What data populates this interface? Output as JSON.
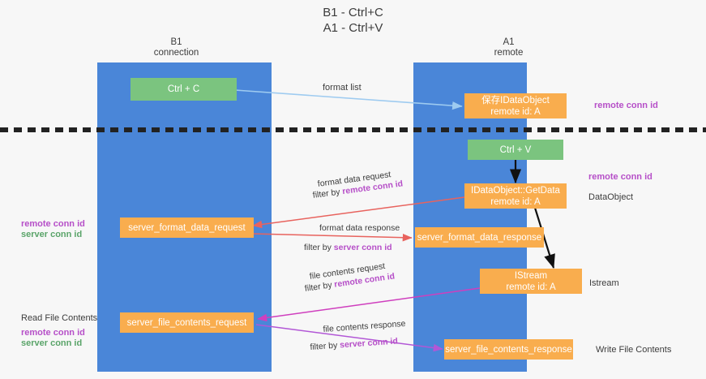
{
  "title": "B1 - Ctrl+C\nA1 - Ctrl+V",
  "columns": {
    "b1": {
      "name": "B1",
      "role": "connection",
      "label": "B1\nconnection"
    },
    "a1": {
      "name": "A1",
      "role": "remote",
      "label": "A1\nremote"
    }
  },
  "colors": {
    "lane": "#4a86d8",
    "green_box": "#7bc47f",
    "orange_box": "#f9ad4e",
    "purple_text": "#b64fc8",
    "green_text": "#5aa469",
    "arrow_blue": "#9ecbf0",
    "arrow_black": "#111111",
    "arrow_red": "#e8635e",
    "arrow_magenta": "#cf3fbe",
    "arrow_violet": "#b257d6",
    "background": "#f7f7f7",
    "divider": "#222222"
  },
  "boxes": {
    "ctrl_c": "Ctrl + C",
    "ctrl_v": "Ctrl + V",
    "save_dataobject": "保存IDataObject\nremote id: A",
    "getdata": "IDataObject::GetData\nremote id: A",
    "istream": "IStream\nremote id: A",
    "server_format_data_request": "server_format_data_request",
    "server_format_data_response": "server_format_data_response",
    "server_file_contents_request": "server_file_contents_request",
    "server_file_contents_response": "server_file_contents_response"
  },
  "edge_labels": {
    "format_list": "format list",
    "format_data_request": "format data request",
    "format_data_request_filter_prefix": "filter by ",
    "format_data_request_filter_value": "remote conn id",
    "format_data_response": "format data response",
    "format_data_response_filter_prefix": "filter by ",
    "format_data_response_filter_value": "server conn id",
    "file_contents_request": "file contents request",
    "file_contents_request_filter_prefix": "filter by ",
    "file_contents_request_filter_value": "remote conn id",
    "file_contents_response": "file contents response",
    "file_contents_response_filter_prefix": "filter by ",
    "file_contents_response_filter_value": "server conn id"
  },
  "side_labels": {
    "right_row1_conn": "remote conn id",
    "right_row2_conn": "remote conn id",
    "right_row2_kind": "DataObject",
    "right_istream": "Istream",
    "right_write_file": "Write File Contents",
    "left_row3_remote": "remote conn id",
    "left_row3_server": "server conn id",
    "left_read_file": "Read File Contents",
    "left_row5_remote": "remote conn id",
    "left_row5_server": "server conn id"
  },
  "diagram_data": {
    "type": "sequence-diagram",
    "lanes": [
      "B1 connection",
      "A1 remote"
    ],
    "flows": [
      {
        "from": "Ctrl + C",
        "to": "保存IDataObject remote id: A",
        "label": "format list",
        "color": "#9ecbf0"
      },
      {
        "from": "Ctrl + V",
        "to": "IDataObject::GetData remote id: A",
        "label": "",
        "color": "#111111"
      },
      {
        "from": "IDataObject::GetData remote id: A",
        "to": "server_format_data_request",
        "label": "format data request / filter by remote conn id",
        "color": "#e8635e"
      },
      {
        "from": "server_format_data_request",
        "to": "server_format_data_response",
        "label": "format data response / filter by server conn id",
        "color": "#e8635e"
      },
      {
        "from": "IDataObject::GetData remote id: A",
        "to": "IStream remote id: A",
        "label": "",
        "color": "#111111"
      },
      {
        "from": "IStream remote id: A",
        "to": "server_file_contents_request",
        "label": "file contents request / filter by remote conn id",
        "color": "#cf3fbe"
      },
      {
        "from": "server_file_contents_request",
        "to": "server_file_contents_response",
        "label": "file contents response / filter by server conn id",
        "color": "#b257d6"
      }
    ]
  }
}
